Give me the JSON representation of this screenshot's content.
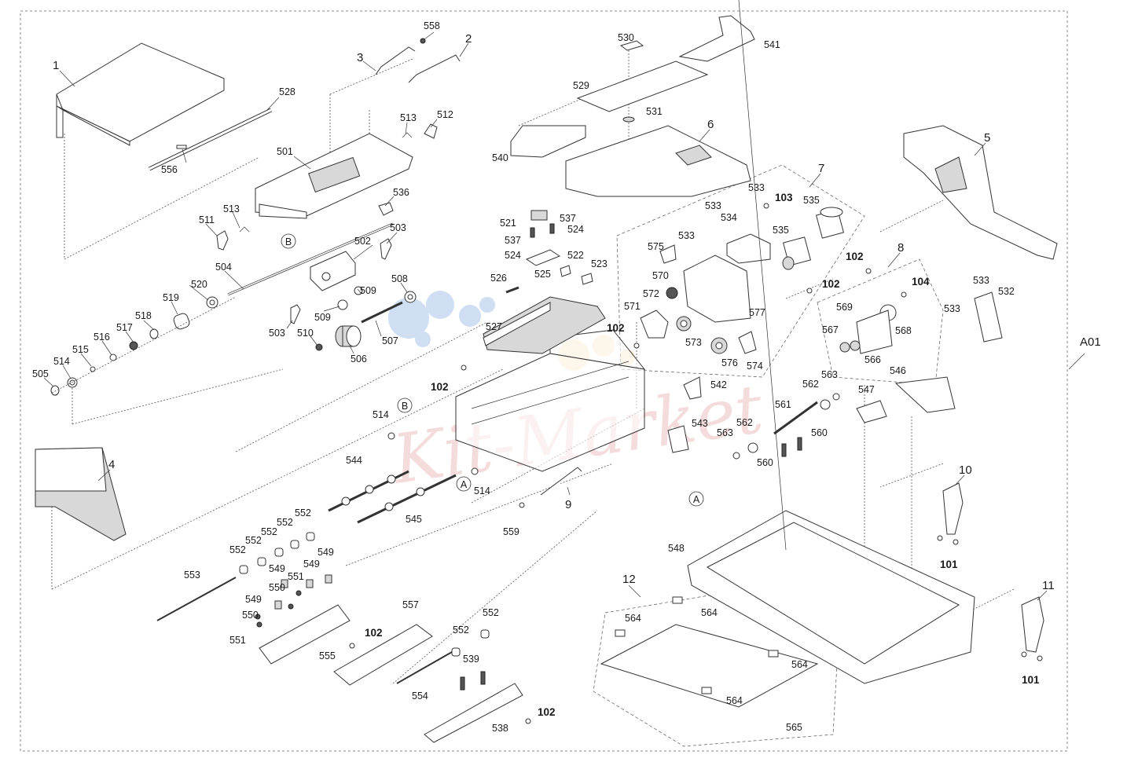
{
  "diagram": {
    "assembly_label": "A01",
    "ref_markers": {
      "a": "A",
      "b": "B"
    },
    "watermark": "Kit-Market",
    "part_numbers": {
      "p1": "1",
      "p2": "2",
      "p3": "3",
      "p4": "4",
      "p5": "5",
      "p6": "6",
      "p7": "7",
      "p8": "8",
      "p9": "9",
      "p10": "10",
      "p11": "11",
      "p12": "12",
      "p101a": "101",
      "p101b": "101",
      "p102a": "102",
      "p102b": "102",
      "p102c": "102",
      "p102d": "102",
      "p102e": "102",
      "p102f": "102",
      "p103": "103",
      "p104": "104",
      "p501": "501",
      "p502": "502",
      "p503a": "503",
      "p503b": "503",
      "p504": "504",
      "p505": "505",
      "p506": "506",
      "p507": "507",
      "p508": "508",
      "p509a": "509",
      "p509b": "509",
      "p510": "510",
      "p511": "511",
      "p512": "512",
      "p513a": "513",
      "p513b": "513",
      "p514a": "514",
      "p514b": "514",
      "p514c": "514",
      "p515": "515",
      "p516": "516",
      "p517": "517",
      "p518": "518",
      "p519": "519",
      "p520": "520",
      "p521": "521",
      "p522": "522",
      "p523": "523",
      "p524a": "524",
      "p524b": "524",
      "p525": "525",
      "p526": "526",
      "p527": "527",
      "p528": "528",
      "p529": "529",
      "p530": "530",
      "p531": "531",
      "p532": "532",
      "p533a": "533",
      "p533b": "533",
      "p533c": "533",
      "p533d": "533",
      "p533e": "533",
      "p534": "534",
      "p535a": "535",
      "p535b": "535",
      "p536": "536",
      "p537a": "537",
      "p537b": "537",
      "p538": "538",
      "p539": "539",
      "p540": "540",
      "p541": "541",
      "p542": "542",
      "p543": "543",
      "p544": "544",
      "p545": "545",
      "p546": "546",
      "p547": "547",
      "p548": "548",
      "p549a": "549",
      "p549b": "549",
      "p549c": "549",
      "p549d": "549",
      "p550a": "550",
      "p550b": "550",
      "p551a": "551",
      "p551b": "551",
      "p552a": "552",
      "p552b": "552",
      "p552c": "552",
      "p552d": "552",
      "p552e": "552",
      "p552f": "552",
      "p552g": "552",
      "p553": "553",
      "p554": "554",
      "p555": "555",
      "p556": "556",
      "p557": "557",
      "p558": "558",
      "p559": "559",
      "p560a": "560",
      "p560b": "560",
      "p561": "561",
      "p562a": "562",
      "p562b": "562",
      "p563a": "563",
      "p563b": "563",
      "p564a": "564",
      "p564b": "564",
      "p564c": "564",
      "p564d": "564",
      "p565": "565",
      "p566": "566",
      "p567": "567",
      "p568": "568",
      "p569": "569",
      "p570": "570",
      "p571": "571",
      "p572": "572",
      "p573": "573",
      "p574": "574",
      "p575": "575",
      "p576": "576",
      "p577": "577"
    },
    "colors": {
      "line": "#333333",
      "watermark_red": "#e8b0b0",
      "watermark_blue": "#a9c4ea",
      "watermark_orange": "#f3d8a6"
    }
  }
}
